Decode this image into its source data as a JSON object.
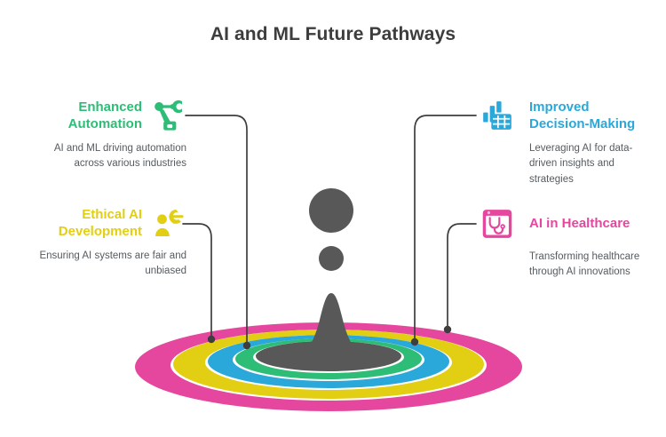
{
  "title": "AI and ML Future Pathways",
  "colors": {
    "green": "#2ebd77",
    "yellow": "#e2cf13",
    "blue": "#2aa8da",
    "pink": "#e5479e",
    "gray_dark": "#585858",
    "gray_text": "#3d3d3d",
    "body_text": "#555b60",
    "connector": "#3e3e3e",
    "background": "#ffffff"
  },
  "nodes": [
    {
      "id": "enhanced-automation",
      "title": "Enhanced\nAutomation",
      "title_line1": "Enhanced",
      "title_line2": "Automation",
      "desc": "AI and ML driving automation across various industries",
      "color": "#2ebd77",
      "icon": "robot-arm-icon",
      "side": "left"
    },
    {
      "id": "ethical-ai-development",
      "title": "Ethical AI\nDevelopment",
      "title_line1": "Ethical AI",
      "title_line2": "Development",
      "desc": "Ensuring AI systems are fair and unbiased",
      "color": "#e2cf13",
      "icon": "ethics-person-icon",
      "side": "left"
    },
    {
      "id": "improved-decision-making",
      "title": "Improved\nDecision-Making",
      "title_line1": "Improved",
      "title_line2": "Decision-Making",
      "desc": "Leveraging AI for data-driven insights and strategies",
      "color": "#2aa8da",
      "icon": "bar-chart-grid-icon",
      "side": "right"
    },
    {
      "id": "ai-in-healthcare",
      "title": "AI in Healthcare",
      "title_line1": "AI in Healthcare",
      "title_line2": "",
      "desc": "Transforming healthcare through AI innovations",
      "color": "#e5479e",
      "icon": "stethoscope-window-icon",
      "side": "right"
    }
  ],
  "diagram": {
    "name": "concentric-ring-base",
    "ring_order": [
      "pink",
      "yellow",
      "blue",
      "green",
      "gray"
    ],
    "center_shapes": [
      "large-circle",
      "small-circle",
      "cone-spire"
    ]
  }
}
